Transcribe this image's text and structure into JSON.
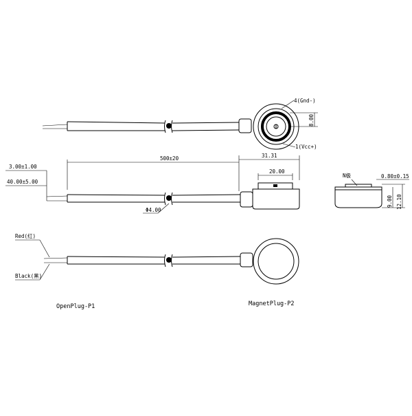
{
  "top_view": {
    "pin_gnd_label": "4(Gnd-)",
    "pin_vcc_label": "1(Vcc+)",
    "dim_inner": "8.00"
  },
  "front_view": {
    "dim_strip_small": "3.00±1.00",
    "dim_strip_long": "40.00±5.00",
    "dim_cable_length": "500±20",
    "dim_plug_length": "31.31",
    "dim_plug_width": "20.00",
    "dim_cable_dia": "Φ4.00"
  },
  "side_view": {
    "pole_label": "N极",
    "dim_thickness": "0.80±0.15",
    "dim_height_inner": "9.00",
    "dim_height_total": "12.10"
  },
  "bottom_view": {
    "wire_red_label": "Red(红)",
    "wire_black_label": "Black(黑)"
  },
  "captions": {
    "left": "OpenPlug-P1",
    "right": "MagnetPlug-P2"
  }
}
